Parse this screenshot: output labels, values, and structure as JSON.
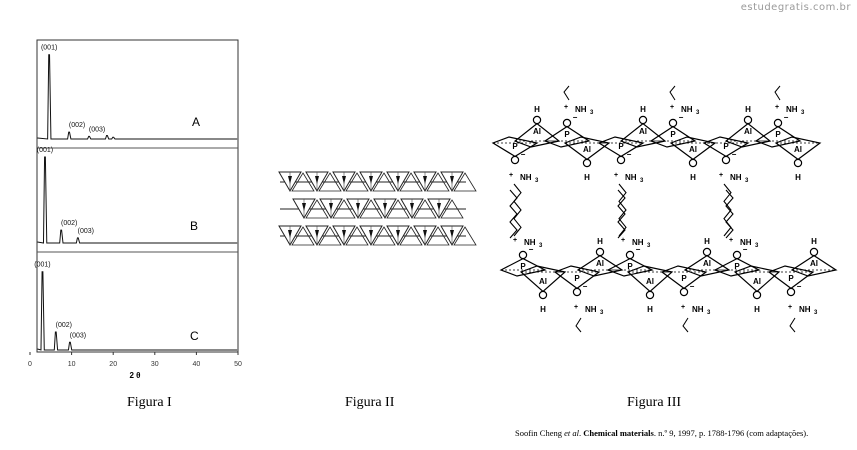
{
  "watermark": "estudegratis.com.br",
  "captions": {
    "fig1": "Figura I",
    "fig2": "Figura II",
    "fig3": "Figura III"
  },
  "source": {
    "authors": "Soofin Cheng ",
    "etal": "et al",
    "dot": ". ",
    "journal": "Chemical materials",
    "details": ". n.º 9, 1997, p. 1788-1796 (com adaptações)."
  },
  "chart_data": {
    "type": "line",
    "title": "Figura I",
    "xlabel": "2 θ",
    "ylabel": "",
    "xlim": [
      0,
      50
    ],
    "xticks": [
      "0",
      "10",
      "20",
      "30",
      "40",
      "50"
    ],
    "grid": false,
    "series": [
      {
        "name": "A",
        "peaks": [
          {
            "label": "(001)",
            "x": 4.6,
            "y": 98
          },
          {
            "label": "(002)",
            "x": 9.4,
            "y": 8
          },
          {
            "label": "(003)",
            "x": 14.2,
            "y": 3
          },
          {
            "label": "",
            "x": 18.5,
            "y": 4
          },
          {
            "label": "",
            "x": 20.0,
            "y": 2
          }
        ]
      },
      {
        "name": "B",
        "peaks": [
          {
            "label": "(001)",
            "x": 3.6,
            "y": 100
          },
          {
            "label": "(002)",
            "x": 7.5,
            "y": 15
          },
          {
            "label": "(003)",
            "x": 11.5,
            "y": 6
          }
        ]
      },
      {
        "name": "C",
        "peaks": [
          {
            "label": "(001)",
            "x": 3.0,
            "y": 91
          },
          {
            "label": "(002)",
            "x": 6.2,
            "y": 21
          },
          {
            "label": "(003)",
            "x": 9.6,
            "y": 9
          }
        ]
      }
    ]
  },
  "fig3": {
    "al": "Al",
    "p": "P",
    "o": "O",
    "h": "H",
    "nh3": "NH",
    "sub3": "3",
    "plus": "+",
    "minus": "−"
  }
}
